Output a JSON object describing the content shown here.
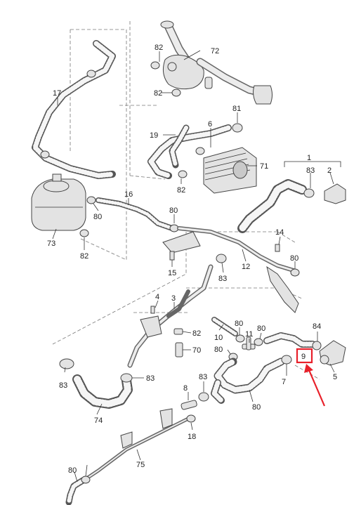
{
  "callouts": [
    {
      "id": "c72",
      "text": "72"
    },
    {
      "id": "c82a",
      "text": "82"
    },
    {
      "id": "c82b",
      "text": "82"
    },
    {
      "id": "c17",
      "text": "17"
    },
    {
      "id": "c81",
      "text": "81"
    },
    {
      "id": "c19",
      "text": "19"
    },
    {
      "id": "c6",
      "text": "6"
    },
    {
      "id": "c71",
      "text": "71"
    },
    {
      "id": "c82c",
      "text": "82"
    },
    {
      "id": "c1",
      "text": "1"
    },
    {
      "id": "c83a",
      "text": "83"
    },
    {
      "id": "c2",
      "text": "2"
    },
    {
      "id": "c16",
      "text": "16"
    },
    {
      "id": "c80a",
      "text": "80"
    },
    {
      "id": "c80b",
      "text": "80"
    },
    {
      "id": "c73",
      "text": "73"
    },
    {
      "id": "c82d",
      "text": "82"
    },
    {
      "id": "c14",
      "text": "14"
    },
    {
      "id": "c15",
      "text": "15"
    },
    {
      "id": "c83b",
      "text": "83"
    },
    {
      "id": "c12",
      "text": "12"
    },
    {
      "id": "c80c",
      "text": "80"
    },
    {
      "id": "c4",
      "text": "4"
    },
    {
      "id": "c3",
      "text": "3"
    },
    {
      "id": "c82e",
      "text": "82"
    },
    {
      "id": "c70",
      "text": "70"
    },
    {
      "id": "c10",
      "text": "10"
    },
    {
      "id": "c80d",
      "text": "80"
    },
    {
      "id": "c11",
      "text": "11"
    },
    {
      "id": "c80e",
      "text": "80"
    },
    {
      "id": "c80f",
      "text": "80"
    },
    {
      "id": "c9",
      "text": "9"
    },
    {
      "id": "c84",
      "text": "84"
    },
    {
      "id": "c83c",
      "text": "83"
    },
    {
      "id": "c83d",
      "text": "83"
    },
    {
      "id": "c83e",
      "text": "83"
    },
    {
      "id": "c7",
      "text": "7"
    },
    {
      "id": "c5",
      "text": "5"
    },
    {
      "id": "c74",
      "text": "74"
    },
    {
      "id": "c8",
      "text": "8"
    },
    {
      "id": "c80g",
      "text": "80"
    },
    {
      "id": "c18",
      "text": "18"
    },
    {
      "id": "c75",
      "text": "75"
    },
    {
      "id": "c80h",
      "text": "80"
    }
  ],
  "highlight": {
    "target": "9",
    "box_color": "#e8202a",
    "arrow_color": "#e8202a"
  },
  "colors": {
    "line": "#333333",
    "part_fill": "#e3e3e3",
    "background": "#ffffff"
  }
}
